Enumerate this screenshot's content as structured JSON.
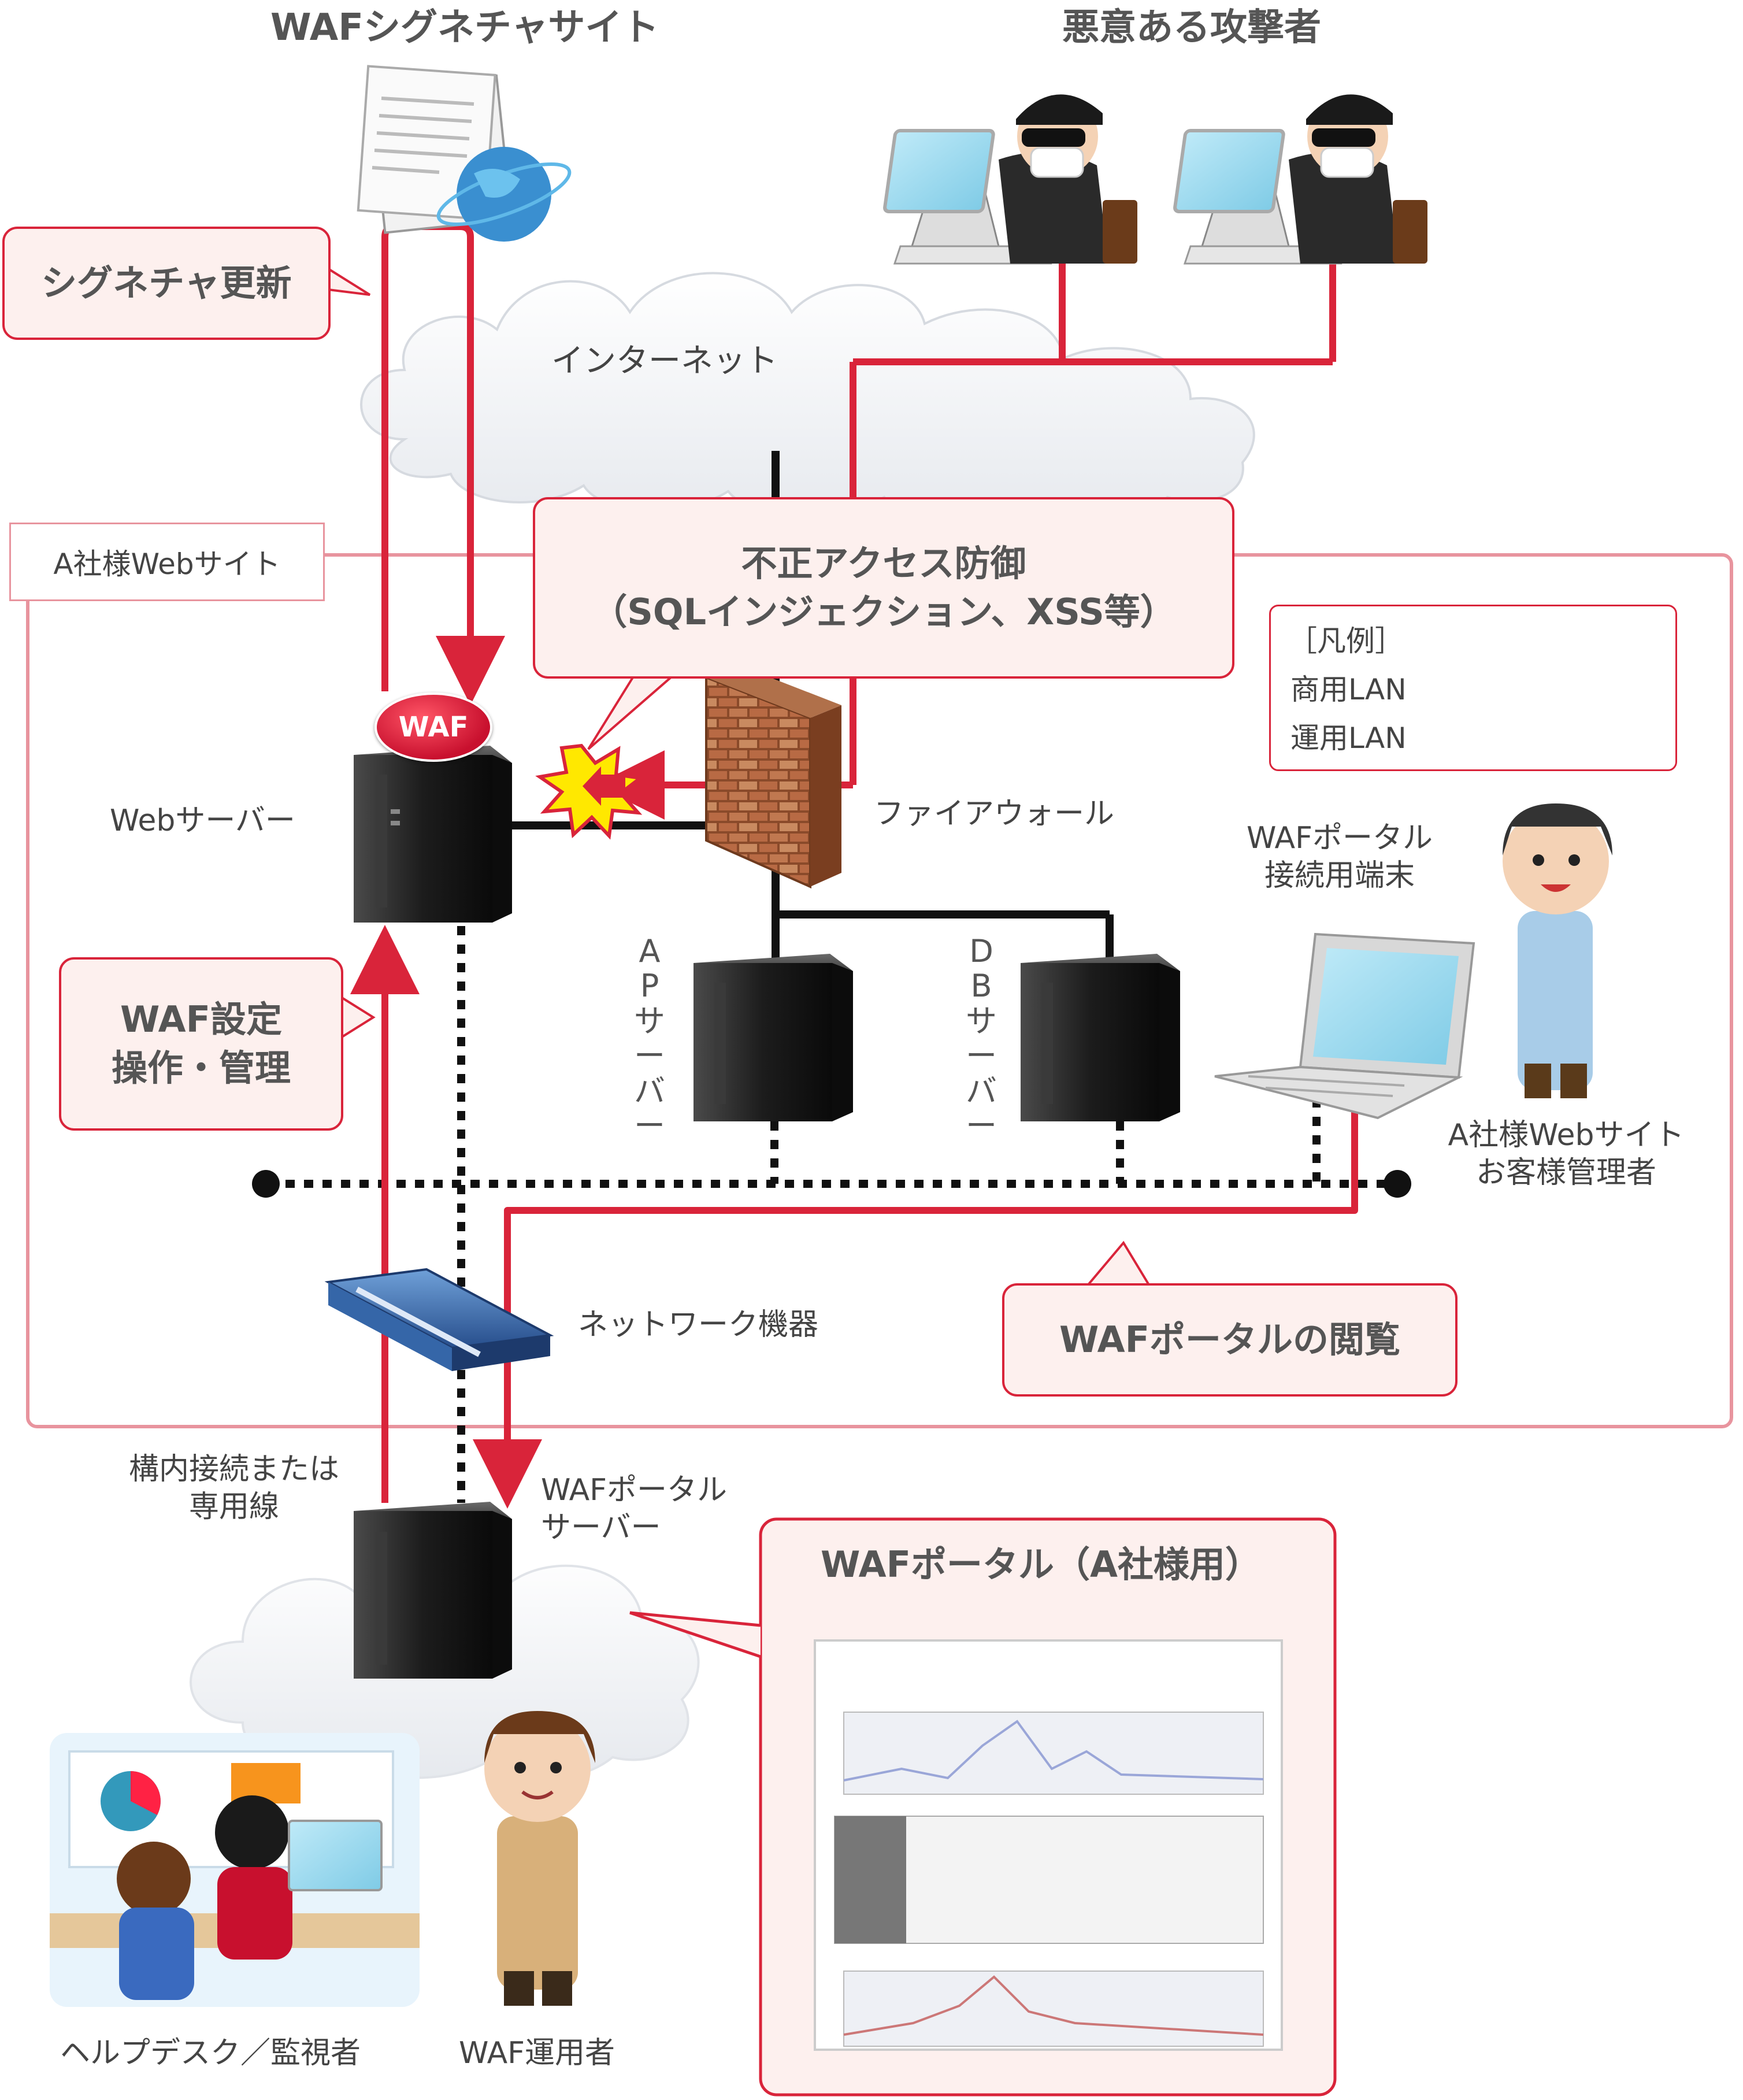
{
  "labels": {
    "signature_site": "WAFシグネチャサイト",
    "attackers": "悪意ある攻撃者",
    "internet": "インターネット",
    "site_tab": "A社様Webサイト",
    "waf_badge": "WAF",
    "web_server": "Webサーバー",
    "firewall": "ファイアウォール",
    "ap_server": [
      "A",
      "P",
      "サ",
      "ー",
      "バ",
      "ー"
    ],
    "db_server": [
      "D",
      "B",
      "サ",
      "ー",
      "バ",
      "ー"
    ],
    "portal_terminal_line1": "WAFポータル",
    "portal_terminal_line2": "接続用端末",
    "admin_line1": "A社様Webサイト",
    "admin_line2": "お客様管理者",
    "network_device": "ネットワーク機器",
    "connection_line1": "構内接続または",
    "connection_line2": "専用線",
    "portal_server_line1": "WAFポータル",
    "portal_server_line2": "サーバー",
    "helpdesk": "ヘルプデスク／監視者",
    "operator": "WAF運用者"
  },
  "callouts": {
    "signature_update": "シグネチャ更新",
    "defense_line1": "不正アクセス防御",
    "defense_line2": "（SQLインジェクション、XSS等）",
    "waf_settings_line1": "WAF設定",
    "waf_settings_line2": "操作・管理",
    "portal_view": "WAFポータルの閲覧",
    "portal_title": "WAFポータル（A社様用）"
  },
  "legend": {
    "title": "［凡例］",
    "commercial_lan": "商用LAN",
    "operational_lan": "運用LAN"
  },
  "colors": {
    "accent_red": "#d9243a",
    "callout_fill": "#fdf0ee",
    "site_border": "#e8949e"
  }
}
